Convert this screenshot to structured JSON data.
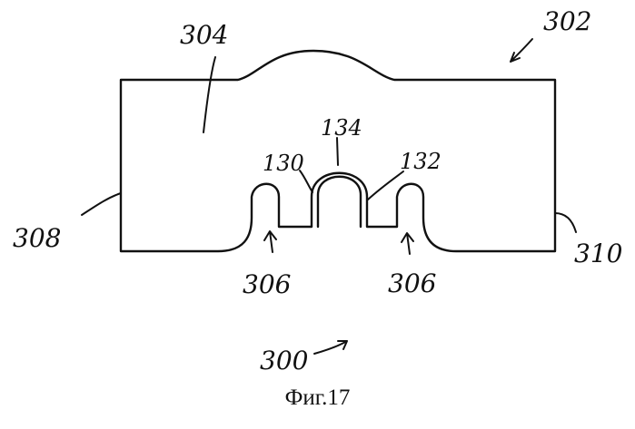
{
  "figure": {
    "caption": "Фиг.17",
    "labels": {
      "ref_304": "304",
      "ref_302": "302",
      "ref_134": "134",
      "ref_130": "130",
      "ref_132": "132",
      "ref_308": "308",
      "ref_310": "310",
      "ref_306_left": "306",
      "ref_306_right": "306",
      "ref_300": "300"
    }
  }
}
